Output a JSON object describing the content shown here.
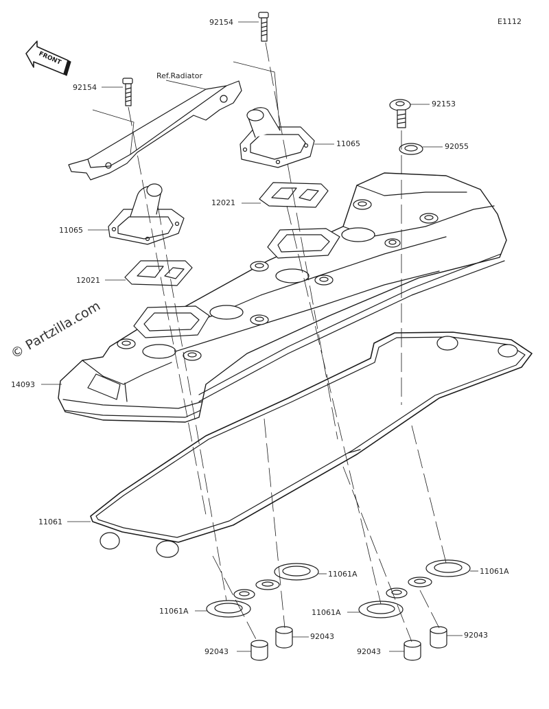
{
  "diagram": {
    "code": "E1112",
    "watermark": "© Partzilla.com",
    "front_label": "FRONT",
    "callouts": [
      {
        "id": "bolt-top-right",
        "text": "92154"
      },
      {
        "id": "bolt-top-left",
        "text": "92154"
      },
      {
        "id": "ref-radiator",
        "text": "Ref.Radiator"
      },
      {
        "id": "bolt-92153",
        "text": "92153"
      },
      {
        "id": "cover-right",
        "text": "11065"
      },
      {
        "id": "washer-92055",
        "text": "92055"
      },
      {
        "id": "gasket-right",
        "text": "12021"
      },
      {
        "id": "cover-left",
        "text": "11065"
      },
      {
        "id": "gasket-left",
        "text": "12021"
      },
      {
        "id": "head-cover",
        "text": "14093"
      },
      {
        "id": "gasket-main",
        "text": "11061"
      },
      {
        "id": "plug-gasket-1",
        "text": "11061A"
      },
      {
        "id": "plug-gasket-2",
        "text": "11061A"
      },
      {
        "id": "plug-gasket-3",
        "text": "11061A"
      },
      {
        "id": "plug-gasket-4",
        "text": "11061A"
      },
      {
        "id": "collar-1",
        "text": "92043"
      },
      {
        "id": "collar-2",
        "text": "92043"
      },
      {
        "id": "collar-3",
        "text": "92043"
      },
      {
        "id": "collar-4",
        "text": "92043"
      }
    ]
  }
}
